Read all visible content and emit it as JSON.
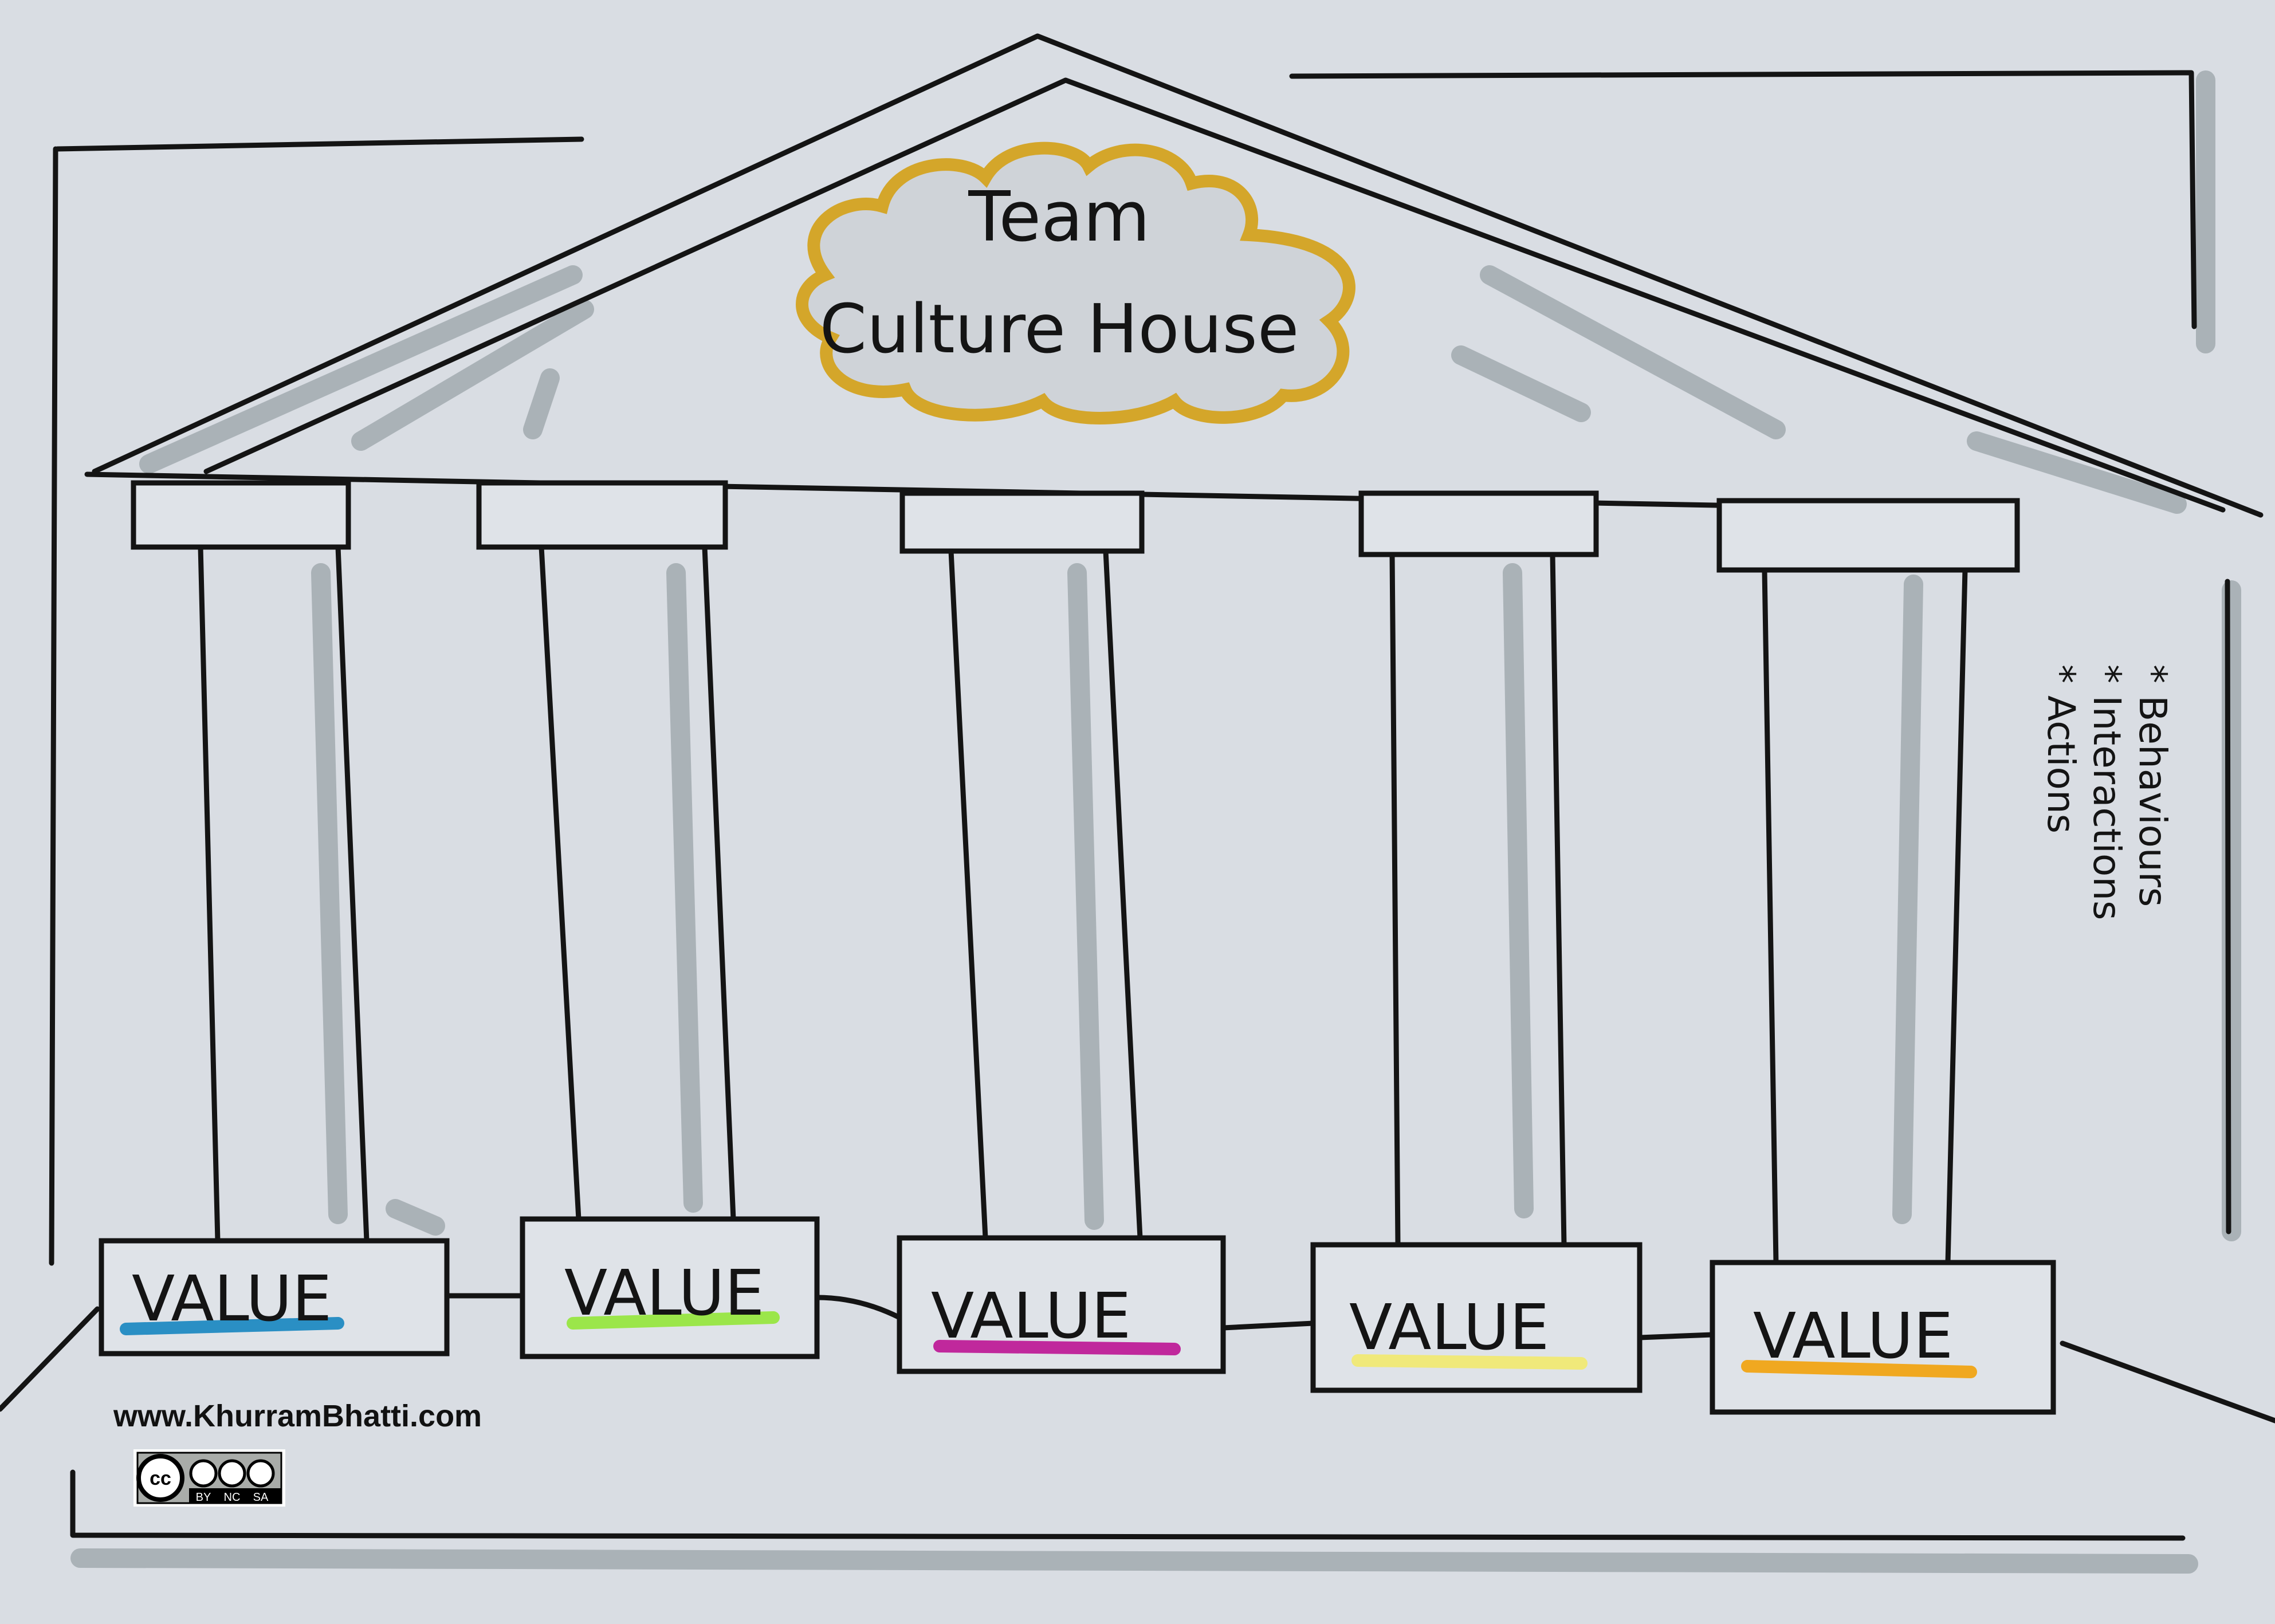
{
  "title": {
    "line1": "Team",
    "line2": "Culture House"
  },
  "pillars": [
    {
      "label": "VALUE",
      "underline_color": "#2a8fc4"
    },
    {
      "label": "VALUE",
      "underline_color": "#9be64a"
    },
    {
      "label": "VALUE",
      "underline_color": "#c0289c"
    },
    {
      "label": "VALUE",
      "underline_color": "#f0e97a"
    },
    {
      "label": "VALUE",
      "underline_color": "#f0a820"
    }
  ],
  "side_notes": [
    "* Behaviours",
    "* Interactions",
    "* Actions"
  ],
  "footer": {
    "website": "www.KhurramBhatti.com",
    "license_badge": {
      "main": "cc",
      "terms": [
        "BY",
        "NC",
        "SA"
      ]
    }
  },
  "colors": {
    "paper": "#d9dde3",
    "ink": "#141414",
    "shadow": "#9aa3a8",
    "cloud": "#d4a62a"
  }
}
